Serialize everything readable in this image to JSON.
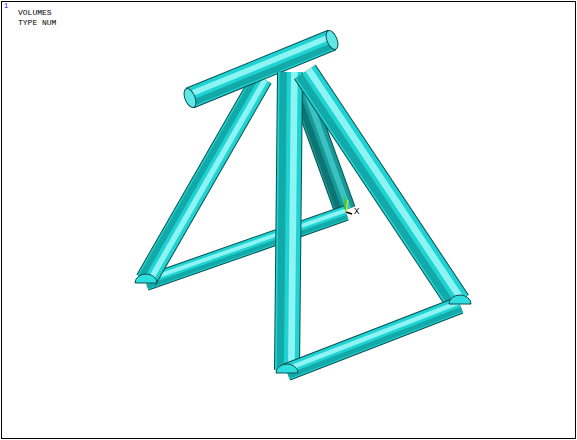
{
  "diagram": {
    "labels": [
      "1",
      "VOLUMES",
      "TYPE NUM",
      "X"
    ]
  }
}
